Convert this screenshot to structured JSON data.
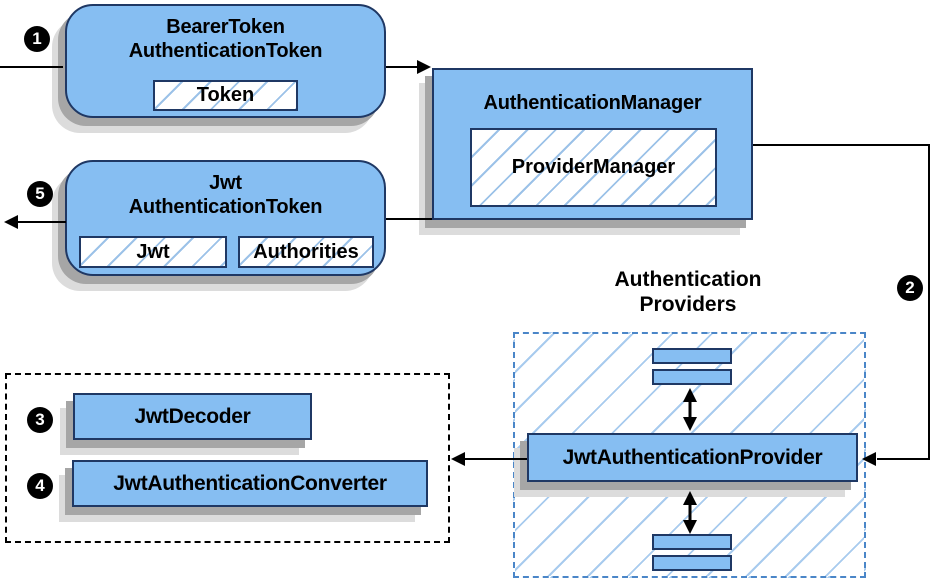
{
  "steps": [
    "1",
    "2",
    "3",
    "4",
    "5"
  ],
  "nodes": {
    "bearer_token": {
      "line1": "BearerToken",
      "line2": "AuthenticationToken",
      "slot": "Token"
    },
    "authentication_manager": {
      "title": "AuthenticationManager",
      "slot": "ProviderManager"
    },
    "jwt_authentication_token": {
      "line1": "Jwt",
      "line2": "AuthenticationToken",
      "slot_left": "Jwt",
      "slot_right": "Authorities"
    },
    "authentication_providers": {
      "line1": "Authentication",
      "line2": "Providers"
    },
    "jwt_authentication_provider": {
      "title": "JwtAuthenticationProvider"
    },
    "jwt_decoder": {
      "title": "JwtDecoder"
    },
    "jwt_authentication_converter": {
      "title": "JwtAuthenticationConverter"
    }
  },
  "colors": {
    "node_fill": "#86BEF2",
    "node_border": "#1F3864",
    "hatch_line": "#9CC2E8",
    "providers_dash_border": "#4A86C8",
    "converter_dash_border": "#000000",
    "shadow_dark": "#A6A6A6",
    "shadow_light": "#DCDCDC",
    "connector": "#000000",
    "badge_bg": "#000000",
    "badge_text": "#FFFFFF"
  }
}
